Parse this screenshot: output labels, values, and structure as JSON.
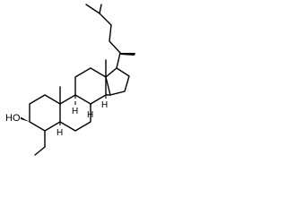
{
  "structure": {
    "hydroxyl_label": "HO",
    "stereo_h_label": "H",
    "stereo_h_count": 4,
    "bond_color": "#000000",
    "background": "#ffffff"
  }
}
